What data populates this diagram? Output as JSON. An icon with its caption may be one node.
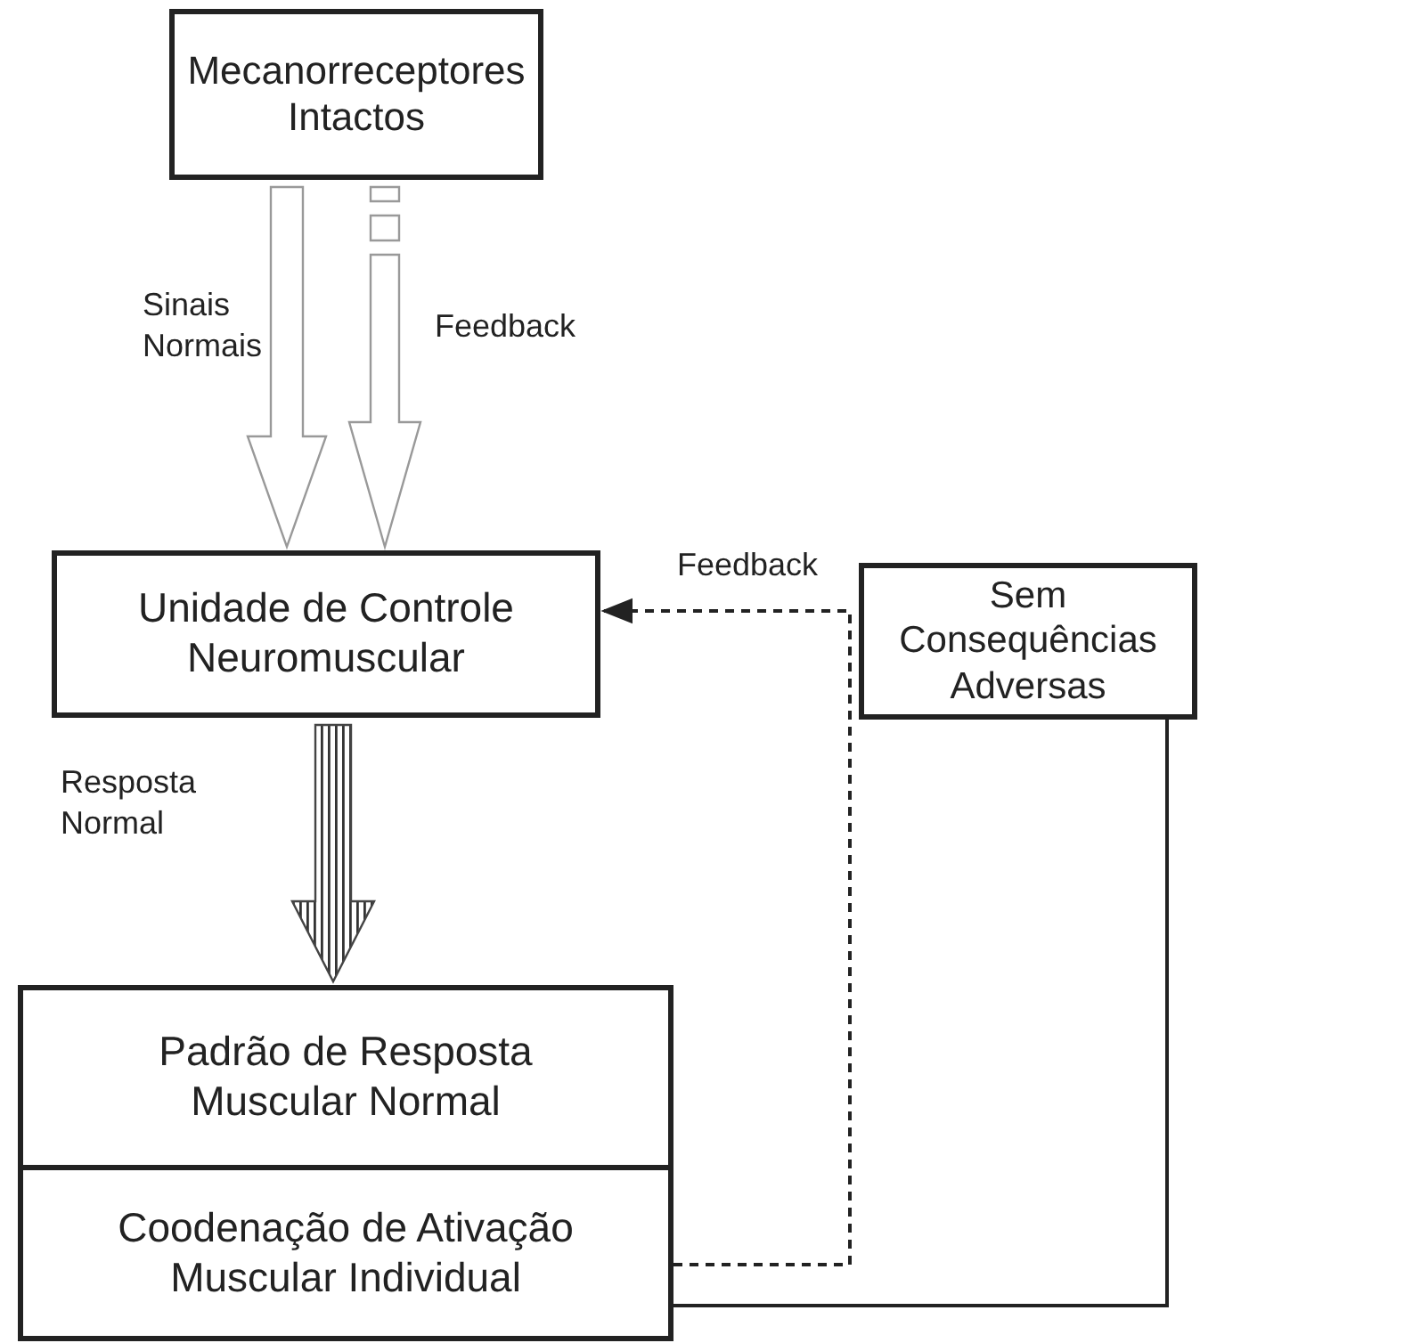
{
  "diagram": {
    "nodes": [
      {
        "text": [
          "Mecanorreceptores Intactos"
        ]
      },
      {
        "text": [
          "Unidade de Controle Neuromuscular"
        ]
      },
      {
        "text": [
          "Padrão de Resposta Muscular Normal"
        ]
      },
      {
        "text": [
          "Coodenação de Ativação Muscular Individual"
        ]
      },
      {
        "text": [
          "Sem Consequências Adversas"
        ]
      }
    ],
    "edges": [
      {
        "from": 0,
        "to": 1,
        "arrow": "to",
        "label": "Sinais Normais"
      },
      {
        "from": 0,
        "to": 1,
        "arrow": "to",
        "label": "Feedback",
        "style": "dashed"
      },
      {
        "from": 1,
        "to": 2,
        "arrow": "to",
        "label": "Resposta Normal"
      },
      {
        "from": 3,
        "to": 1,
        "arrow": "to",
        "label": "Feedback",
        "style": "dashed"
      },
      {
        "from": 3,
        "to": 4,
        "arrow": "none"
      }
    ]
  }
}
